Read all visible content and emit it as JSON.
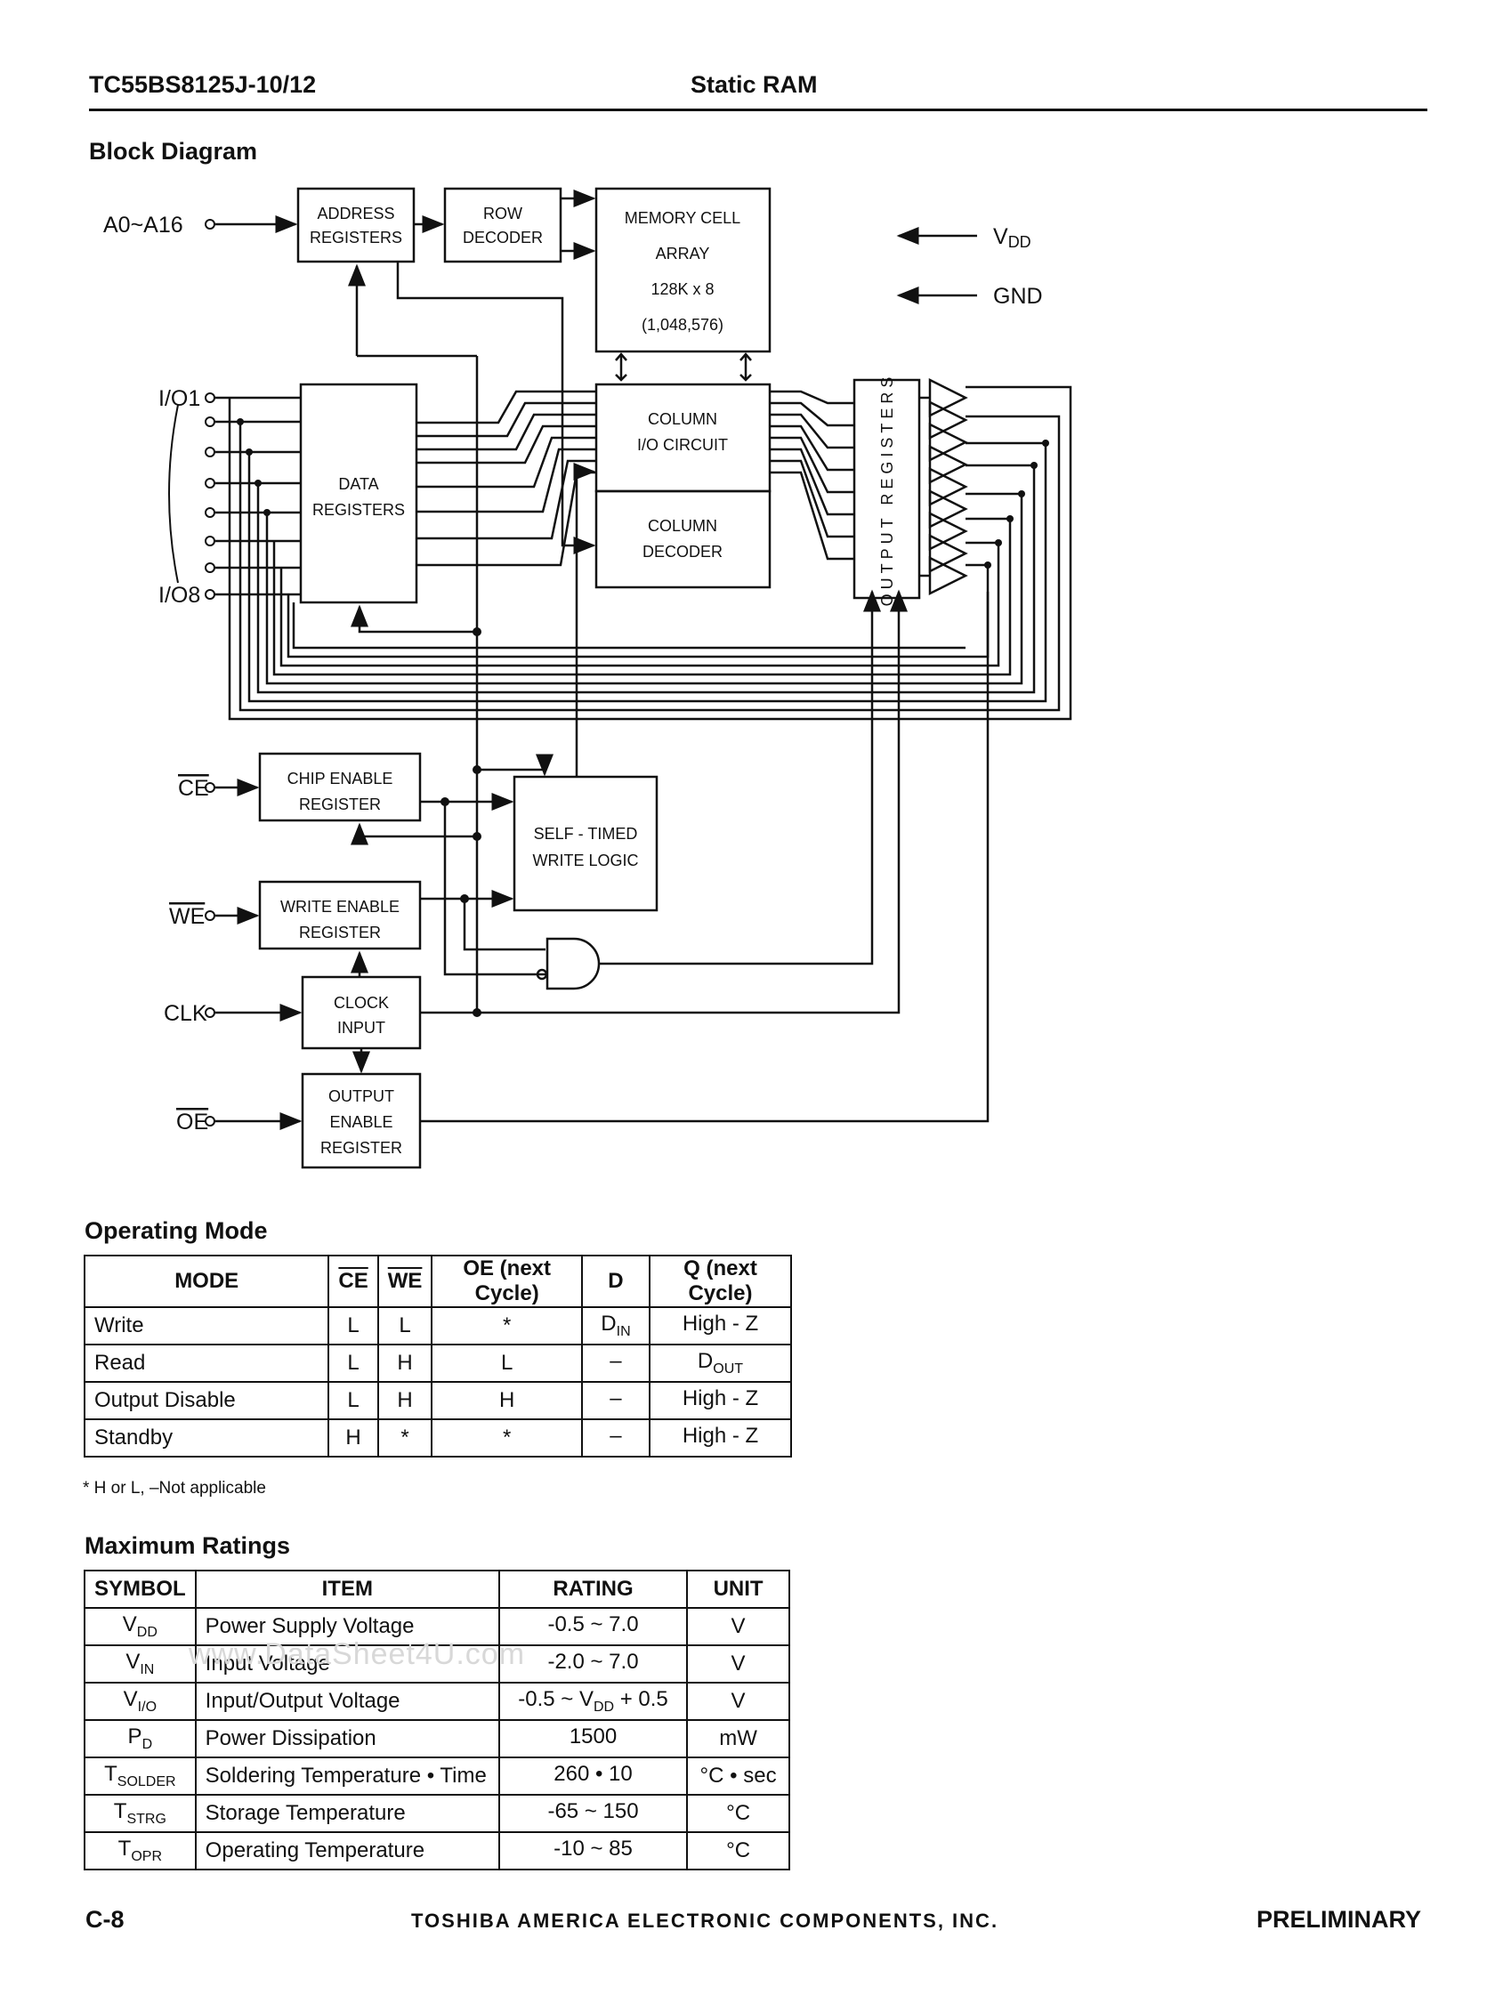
{
  "header": {
    "left": "TC55BS8125J-10/12",
    "center": "Static RAM"
  },
  "block_diagram": {
    "title": "Block Diagram",
    "inputs": {
      "address": "A0~A16",
      "io_first": "I/O1",
      "io_last": "I/O8",
      "ce": "CE",
      "we": "WE",
      "clk": "CLK",
      "oe": "OE"
    },
    "power": {
      "vdd": "V",
      "vdd_sub": "DD",
      "gnd": "GND"
    },
    "blocks": {
      "address_registers": [
        "ADDRESS",
        "REGISTERS"
      ],
      "row_decoder": [
        "ROW",
        "DECODER"
      ],
      "memory_cell_array": [
        "MEMORY CELL",
        "ARRAY",
        "128K x 8",
        "(1,048,576)"
      ],
      "column_io_circuit": [
        "COLUMN",
        "I/O CIRCUIT"
      ],
      "column_decoder": [
        "COLUMN",
        "DECODER"
      ],
      "data_registers": [
        "DATA",
        "REGISTERS"
      ],
      "output_registers": "OUTPUT REGISTERS",
      "chip_enable_register": [
        "CHIP ENABLE",
        "REGISTER"
      ],
      "self_timed_write_logic": [
        "SELF - TIMED",
        "WRITE LOGIC"
      ],
      "write_enable_register": [
        "WRITE ENABLE",
        "REGISTER"
      ],
      "clock_input": [
        "CLOCK",
        "INPUT"
      ],
      "output_enable_register": [
        "OUTPUT",
        "ENABLE",
        "REGISTER"
      ]
    }
  },
  "operating_mode": {
    "title": "Operating Mode",
    "headers": [
      "MODE",
      "CE",
      "WE",
      "OE",
      " (next Cycle)",
      "D",
      "Q (next Cycle)"
    ],
    "rows": [
      {
        "mode": "Write",
        "ce": "L",
        "we": "L",
        "oe": "*",
        "d": "D",
        "d_sub": "IN",
        "q": "High - Z",
        "q_sub": ""
      },
      {
        "mode": "Read",
        "ce": "L",
        "we": "H",
        "oe": "L",
        "d": "–",
        "d_sub": "",
        "q": "D",
        "q_sub": "OUT"
      },
      {
        "mode": "Output Disable",
        "ce": "L",
        "we": "H",
        "oe": "H",
        "d": "–",
        "d_sub": "",
        "q": "High - Z",
        "q_sub": ""
      },
      {
        "mode": "Standby",
        "ce": "H",
        "we": "*",
        "oe": "*",
        "d": "–",
        "d_sub": "",
        "q": "High - Z",
        "q_sub": ""
      }
    ],
    "note": "* H or L, –Not applicable"
  },
  "maximum_ratings": {
    "title": "Maximum Ratings",
    "headers": [
      "SYMBOL",
      "ITEM",
      "RATING",
      "UNIT"
    ],
    "rows": [
      {
        "sym": "V",
        "sub": "DD",
        "item": "Power Supply Voltage",
        "rating": "-0.5 ~ 7.0",
        "rsub": "",
        "rtail": "",
        "unit": "V"
      },
      {
        "sym": "V",
        "sub": "IN",
        "item": "Input Voltage",
        "rating": "-2.0 ~ 7.0",
        "rsub": "",
        "rtail": "",
        "unit": "V"
      },
      {
        "sym": "V",
        "sub": "I/O",
        "item": "Input/Output Voltage",
        "rating": "-0.5 ~ V",
        "rsub": "DD",
        "rtail": " + 0.5",
        "unit": "V"
      },
      {
        "sym": "P",
        "sub": "D",
        "item": "Power Dissipation",
        "rating": "1500",
        "rsub": "",
        "rtail": "",
        "unit": "mW"
      },
      {
        "sym": "T",
        "sub": "SOLDER",
        "item": "Soldering Temperature • Time",
        "rating": "260 • 10",
        "rsub": "",
        "rtail": "",
        "unit": "°C • sec"
      },
      {
        "sym": "T",
        "sub": "STRG",
        "item": "Storage Temperature",
        "rating": "-65 ~ 150",
        "rsub": "",
        "rtail": "",
        "unit": "°C"
      },
      {
        "sym": "T",
        "sub": "OPR",
        "item": "Operating Temperature",
        "rating": "-10 ~ 85",
        "rsub": "",
        "rtail": "",
        "unit": "°C"
      }
    ]
  },
  "watermark": "www.DataSheet4U.com",
  "footer": {
    "page": "C-8",
    "company": "TOSHIBA AMERICA ELECTRONIC COMPONENTS, INC.",
    "status": "PRELIMINARY"
  }
}
